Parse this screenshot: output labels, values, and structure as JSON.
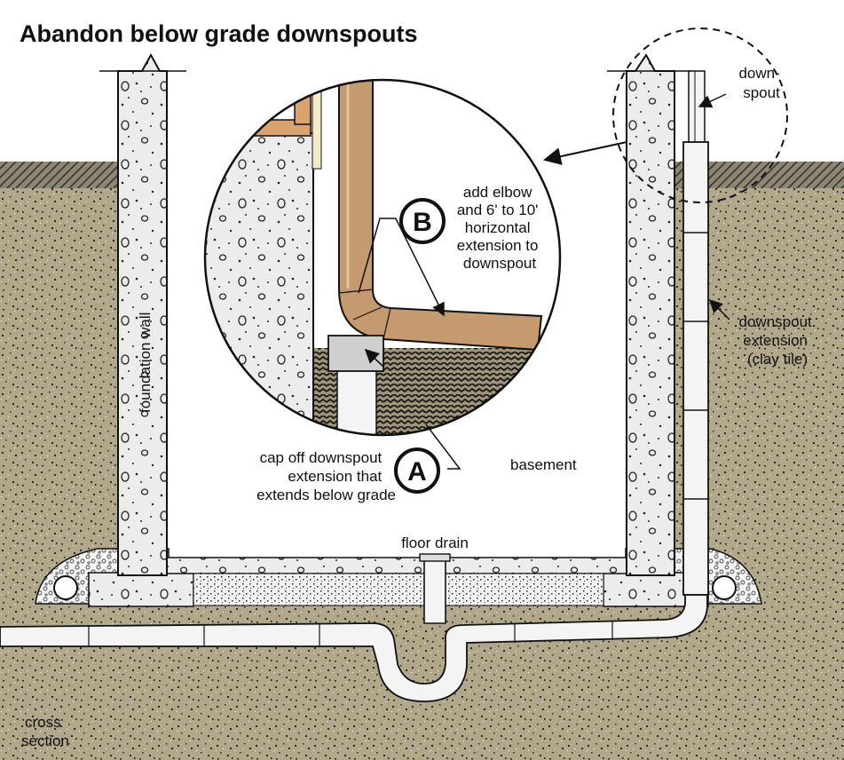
{
  "title": "Abandon below grade downspouts",
  "labels": {
    "downspout": [
      "down-",
      "spout"
    ],
    "foundation_wall": "foundation wall",
    "step_b": [
      "add elbow",
      "and 6' to 10'",
      "horizontal",
      "extension to",
      "downspout"
    ],
    "step_a": [
      "cap off downspout",
      "extension that",
      "extends below grade"
    ],
    "basement": "basement",
    "downspout_extension": [
      "downspout",
      "extension",
      "(clay tile)"
    ],
    "floor_drain": "floor drain",
    "cross_section": [
      "cross",
      "section"
    ]
  },
  "badges": {
    "a": "A",
    "b": "B"
  },
  "colors": {
    "soil": "#b1a78a",
    "soil_dark": "#6f6a5a",
    "concrete": "#ececec",
    "gravel": "#f2f2f2",
    "downspout": "#c59a6f",
    "wood": "#d9a26e",
    "pipe": "#f4f4f4",
    "outline": "#111111"
  }
}
